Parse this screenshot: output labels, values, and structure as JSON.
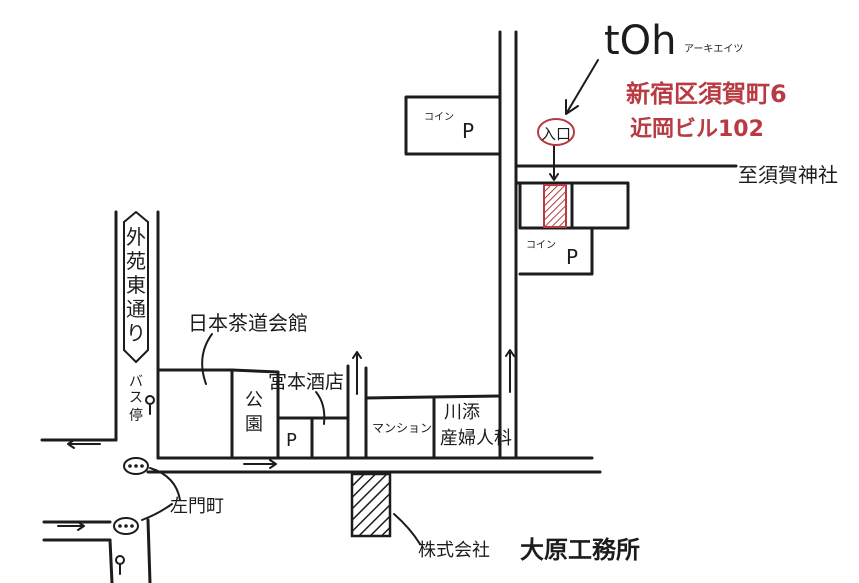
{
  "logo": {
    "main": "tOh",
    "sub": "アーキエイツ"
  },
  "address": {
    "line1": "新宿区須賀町6",
    "line2": "近岡ビル102"
  },
  "labels": {
    "entrance": "入口",
    "to_suga_shrine": "至須賀神社",
    "coin_parking_top": "コイン",
    "coin_parking_right": "コイン",
    "parking_p": "P",
    "gaien_street": [
      "外",
      "苑",
      "東",
      "通",
      "り"
    ],
    "bus_stop": [
      "バ",
      "ス",
      "停"
    ],
    "nihon_chado_kaikan": "日本茶道会館",
    "miyamoto_saketen": "宮本酒店",
    "park": [
      "公",
      "園"
    ],
    "mansion": "マンション",
    "kawazoe_line1": "川添",
    "kawazoe_line2": "産婦人科",
    "samoncho": "左門町",
    "company_prefix": "株式会社",
    "company_name": "大原工務所"
  },
  "colors": {
    "ink": "#1c1c1c",
    "accent": "#b83a42"
  }
}
